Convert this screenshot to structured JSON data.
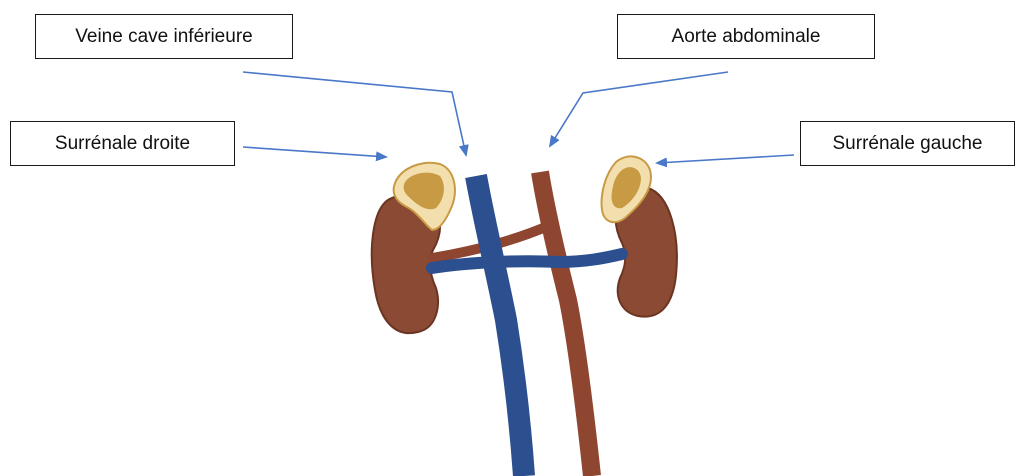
{
  "labels": {
    "veine_cave": "Veine cave inférieure",
    "aorte": "Aorte abdominale",
    "surrenale_droite": "Surrénale droite",
    "surrenale_gauche": "Surrénale gauche"
  },
  "colors": {
    "kidney": "#8a4a33",
    "kidney_dark": "#6b3522",
    "adrenal_outer": "#f3dfae",
    "adrenal_inner": "#c89a44",
    "vein": "#2c4f8f",
    "artery": "#8e4630",
    "arrow": "#4a78c8",
    "box_border": "#1a1a1a"
  }
}
